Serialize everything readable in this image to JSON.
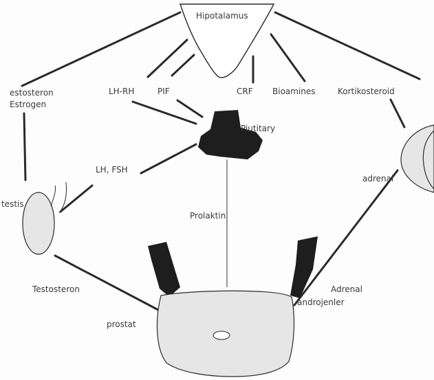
{
  "labels": {
    "hypothalamus": "Hipotalamus",
    "testosterone_estrogen_line1": "estosteron",
    "testosterone_estrogen_line2": "Estrogen",
    "lhrh": "LH-RH",
    "pif": "PIF",
    "crf": "CRF",
    "bioamines": "Bioamines",
    "corticosteroid": "Kortikosteroid",
    "pituitary": "Piutitary",
    "lh_fsh": "LH, FSH",
    "testis": "testis",
    "prolactin": "Prolaktin",
    "adrenal": "adrenal",
    "testosterone": "Testosteron",
    "adrenal_androgens_line1": "Adrenal",
    "adrenal_androgens_line2": "androjenler",
    "prostate": "prostat"
  },
  "colors": {
    "line": "#2a2a2a",
    "organ_fill": "#e6e6e6",
    "pituitary_fill": "#1e1e1e",
    "text": "#3a3a3a"
  }
}
